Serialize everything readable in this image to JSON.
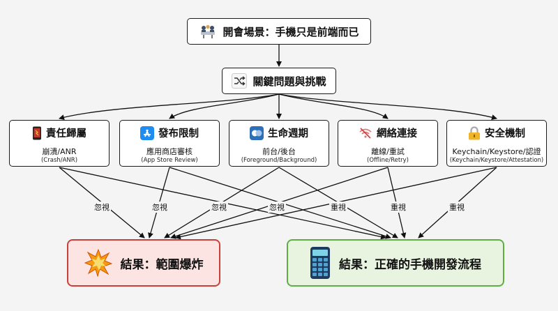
{
  "top_node": {
    "label": "開會場景：手機只是前端而已",
    "icon": "meeting-icon"
  },
  "mid_node": {
    "label": "關鍵問題與挑戰",
    "icon": "shuffle-icon"
  },
  "categories": [
    {
      "title": "責任歸屬",
      "line1": "崩潰/ANR",
      "line2": "(Crash/ANR)",
      "icon": "phone-icon"
    },
    {
      "title": "發布限制",
      "line1": "應用商店審核",
      "line2": "(App Store Review)",
      "icon": "app-store-icon"
    },
    {
      "title": "生命週期",
      "line1": "前台/後台",
      "line2": "(Foreground/Background)",
      "icon": "toggle-icon"
    },
    {
      "title": "網絡連接",
      "line1": "離線/重試",
      "line2": "(Offline/Retry)",
      "icon": "wifi-off-icon"
    },
    {
      "title": "安全機制",
      "line1": "Keychain/Keystore/認證",
      "line2": "(Keychain/Keystore/Attestation)",
      "icon": "lock-icon"
    }
  ],
  "edge_labels": {
    "ignore": [
      "忽視",
      "忽視",
      "忽視",
      "忽視"
    ],
    "value": [
      "重視",
      "重視",
      "重視"
    ]
  },
  "results": {
    "bad": {
      "label": "結果：範圍爆炸",
      "icon": "explosion-icon",
      "color": "#c9403a"
    },
    "good": {
      "label": "結果：正確的手機開發流程",
      "icon": "calculator-phone-icon",
      "color": "#5fae43"
    }
  }
}
